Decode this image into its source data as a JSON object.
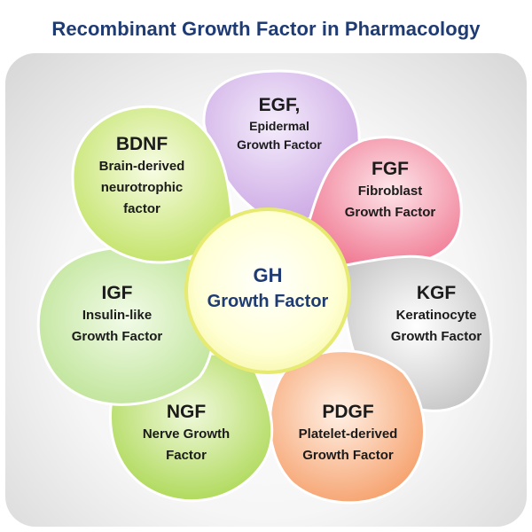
{
  "title": "Recombinant Growth Factor in Pharmacology",
  "center": {
    "abbr": "GH",
    "full": "Growth Factor"
  },
  "petals": [
    {
      "abbr": "EGF,",
      "full": "Epidermal\nGrowth Factor",
      "color": "#d7b8ea"
    },
    {
      "abbr": "FGF",
      "full": "Fibroblast\nGrowth Factor",
      "color": "#f490a5"
    },
    {
      "abbr": "KGF",
      "full": "Keratinocyte\nGrowth Factor",
      "color": "#d4d4d4"
    },
    {
      "abbr": "PDGF",
      "full": "Platelet-derived\nGrowth Factor",
      "color": "#f8b487"
    },
    {
      "abbr": "NGF",
      "full": "Nerve Growth\nFactor",
      "color": "#b7dc6a"
    },
    {
      "abbr": "IGF",
      "full": "Insulin-like\nGrowth Factor",
      "color": "#c9e8a6"
    },
    {
      "abbr": "BDNF",
      "full": "Brain-derived\nneurotrophic\nfactor",
      "color": "#cbe77a"
    }
  ],
  "colors": {
    "title": "#1f3b73",
    "center_fill": "#ffffc8",
    "center_ring": "#e6ea70"
  }
}
